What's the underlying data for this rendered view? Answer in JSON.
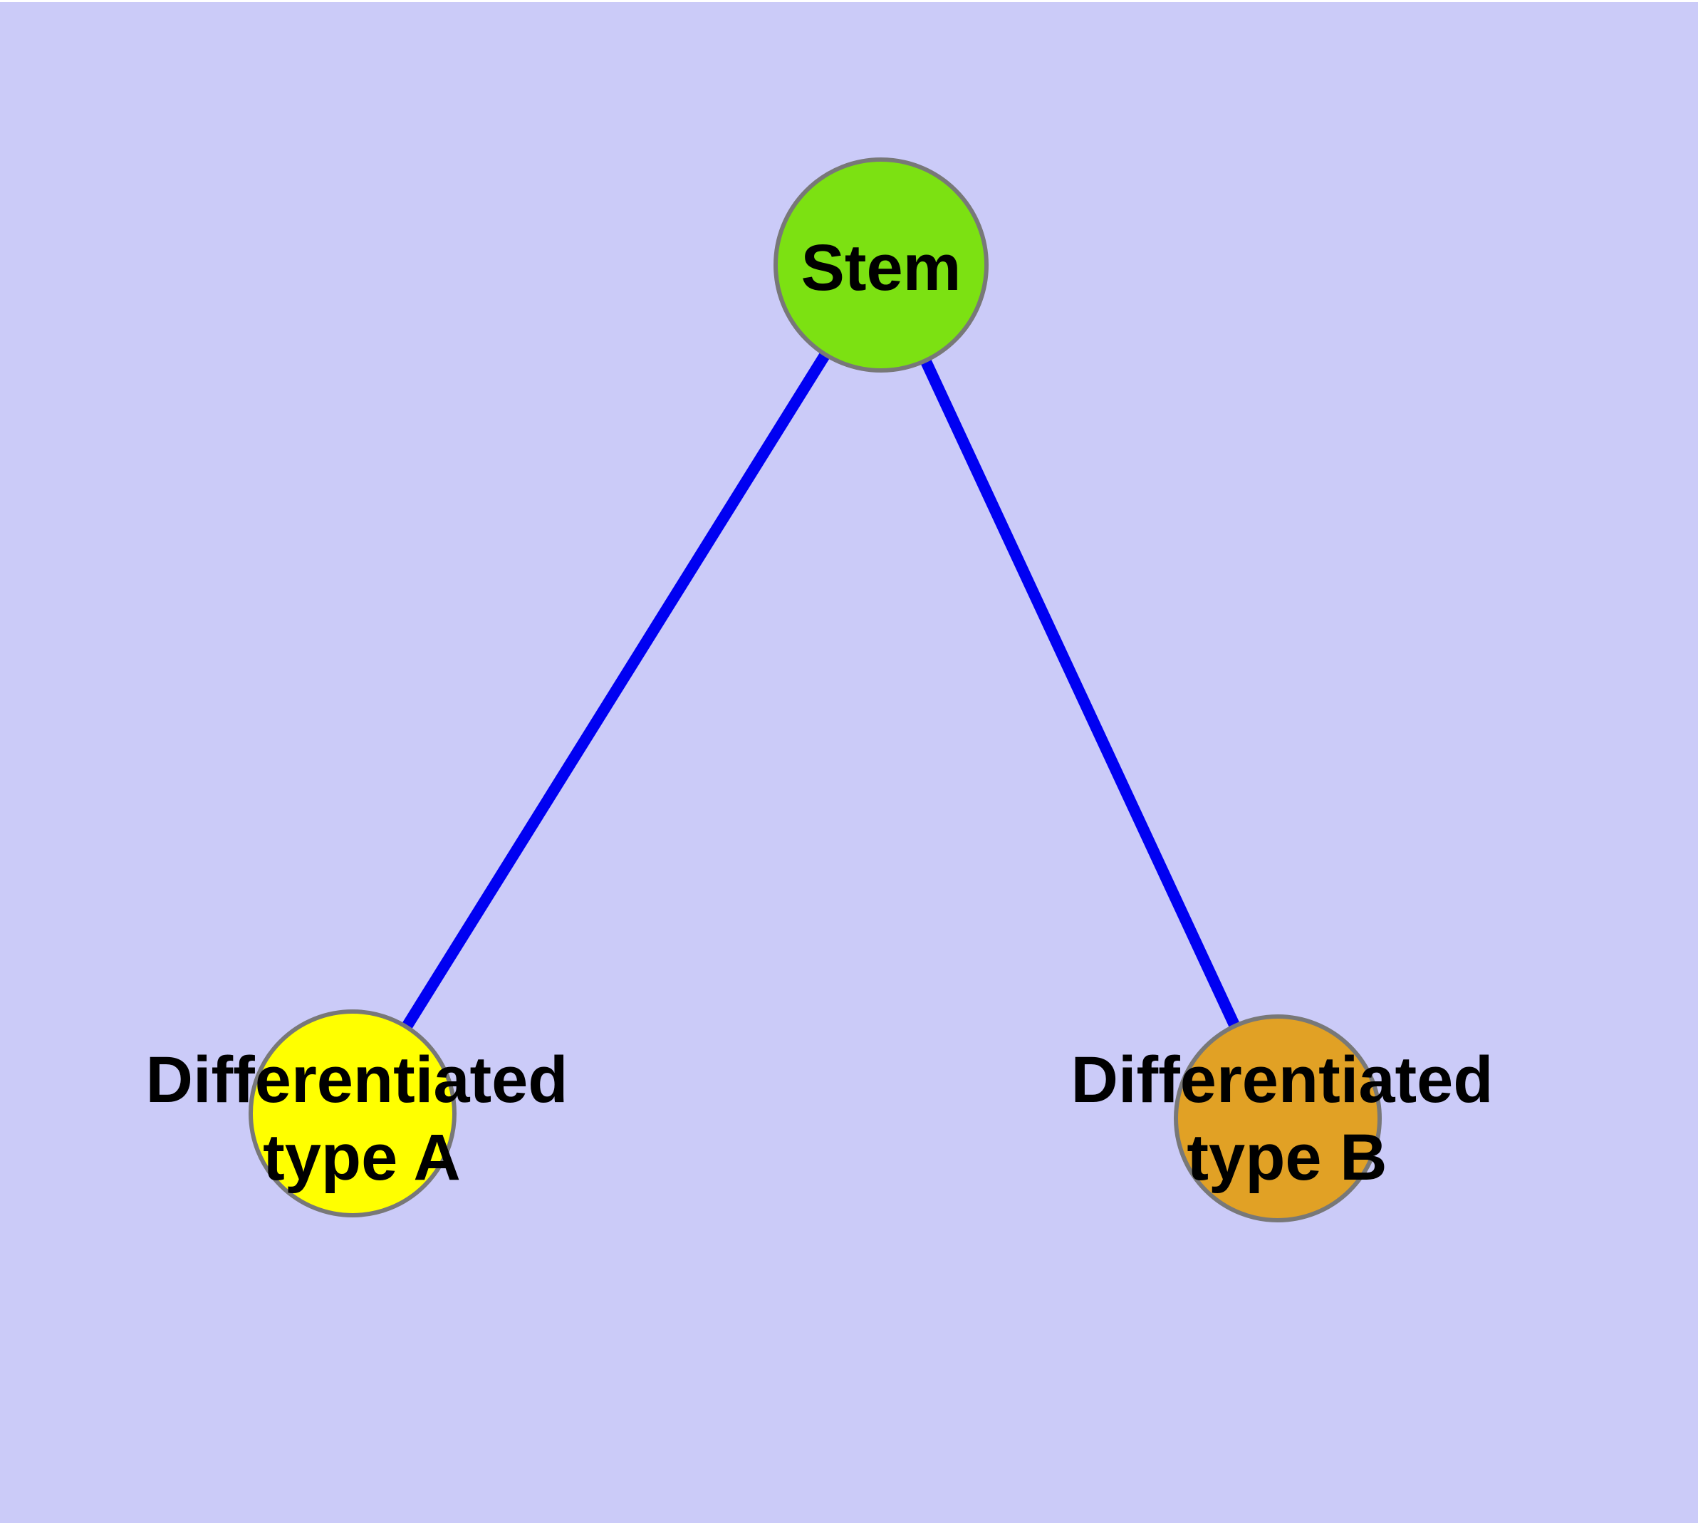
{
  "diagram": {
    "background_color": "#CBCBF8",
    "top_border_color": "#FFFFFF",
    "edge_color": "#0000F2",
    "node_border_color": "#787878",
    "label_color": "#000000",
    "nodes": [
      {
        "id": "stem",
        "label": "Stem",
        "fill": "#7CE112"
      },
      {
        "id": "differentiated-type-a",
        "label": "Differentiated type A",
        "label_line1": "Differentiated",
        "label_line2": "type A",
        "fill": "#FFFF00"
      },
      {
        "id": "differentiated-type-b",
        "label": "Differentiated type B",
        "label_line1": "Differentiated",
        "label_line2": "type B",
        "fill": "#E1A125"
      }
    ],
    "edges": [
      {
        "from": "Stem",
        "to": "Differentiated type A"
      },
      {
        "from": "Stem",
        "to": "Differentiated type B"
      }
    ]
  }
}
